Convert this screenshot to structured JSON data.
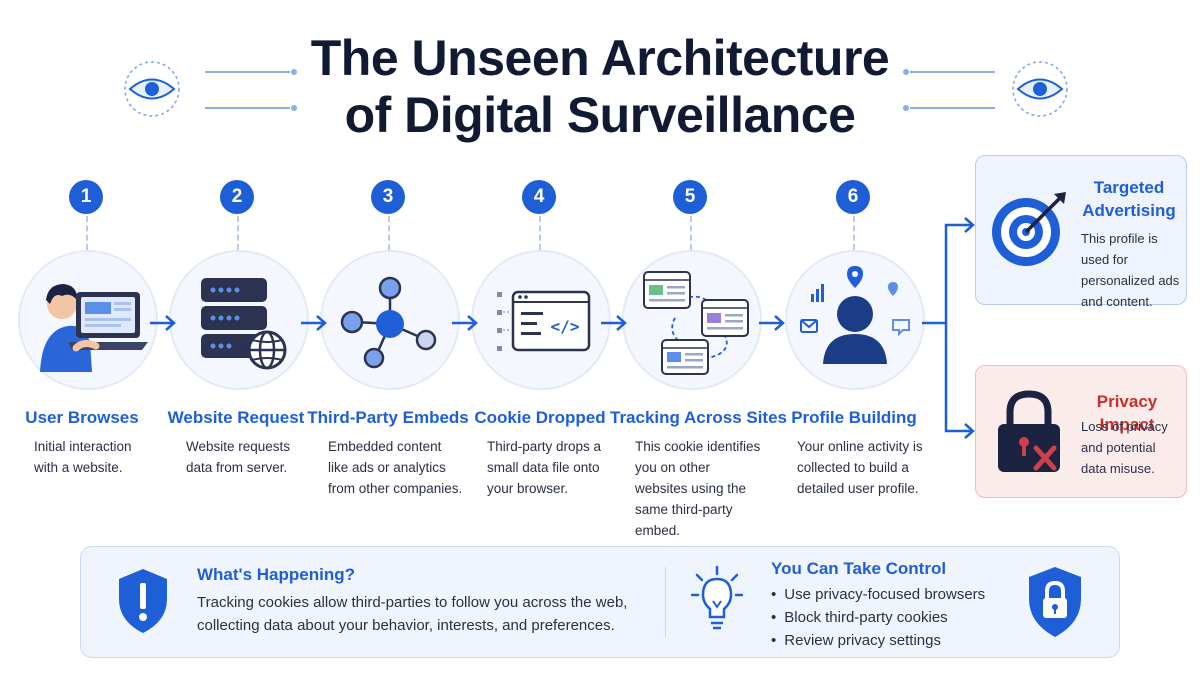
{
  "title": {
    "line1": "The Unseen Architecture",
    "line2": "of Digital Surveillance"
  },
  "colors": {
    "primary": "#1e5fd8",
    "dark": "#101a33",
    "danger": "#c9302c",
    "panel": "#f0f5fd"
  },
  "steps": [
    {
      "num": "1",
      "title": "User Browses",
      "desc": "Initial interaction with a website.",
      "icon": "user-laptop-icon"
    },
    {
      "num": "2",
      "title": "Website Request",
      "desc": "Website requests data from server.",
      "icon": "server-globe-icon"
    },
    {
      "num": "3",
      "title": "Third-Party Embeds",
      "desc": "Embedded content like ads or analytics from other companies.",
      "icon": "network-nodes-icon"
    },
    {
      "num": "4",
      "title": "Cookie Dropped",
      "desc": "Third-party drops a small data file onto your browser.",
      "icon": "code-window-icon"
    },
    {
      "num": "5",
      "title": "Tracking Across Sites",
      "desc": "This cookie identifies you on other websites using the same third-party embed.",
      "icon": "linked-windows-icon"
    },
    {
      "num": "6",
      "title": "Profile Building",
      "desc": "Your online activity is collected to build a detailed user profile.",
      "icon": "user-profile-icon"
    }
  ],
  "outcomes": {
    "ads": {
      "title": "Targeted Advertising",
      "desc": "This profile is used for personalized ads and content.",
      "icon": "target-icon"
    },
    "privacy": {
      "title": "Privacy Impact",
      "desc": "Loss of privacy and potential data misuse.",
      "icon": "padlock-x-icon"
    }
  },
  "bottom": {
    "happening": {
      "title": "What's Happening?",
      "text": "Tracking cookies allow third-parties to follow you across the web, collecting data about your behavior, interests, and preferences.",
      "icon": "shield-alert-icon"
    },
    "control": {
      "title": "You Can Take Control",
      "items": [
        "Use privacy-focused browsers",
        "Block third-party cookies",
        "Review privacy settings"
      ],
      "icon": "lightbulb-icon",
      "badge_icon": "shield-lock-icon"
    }
  }
}
